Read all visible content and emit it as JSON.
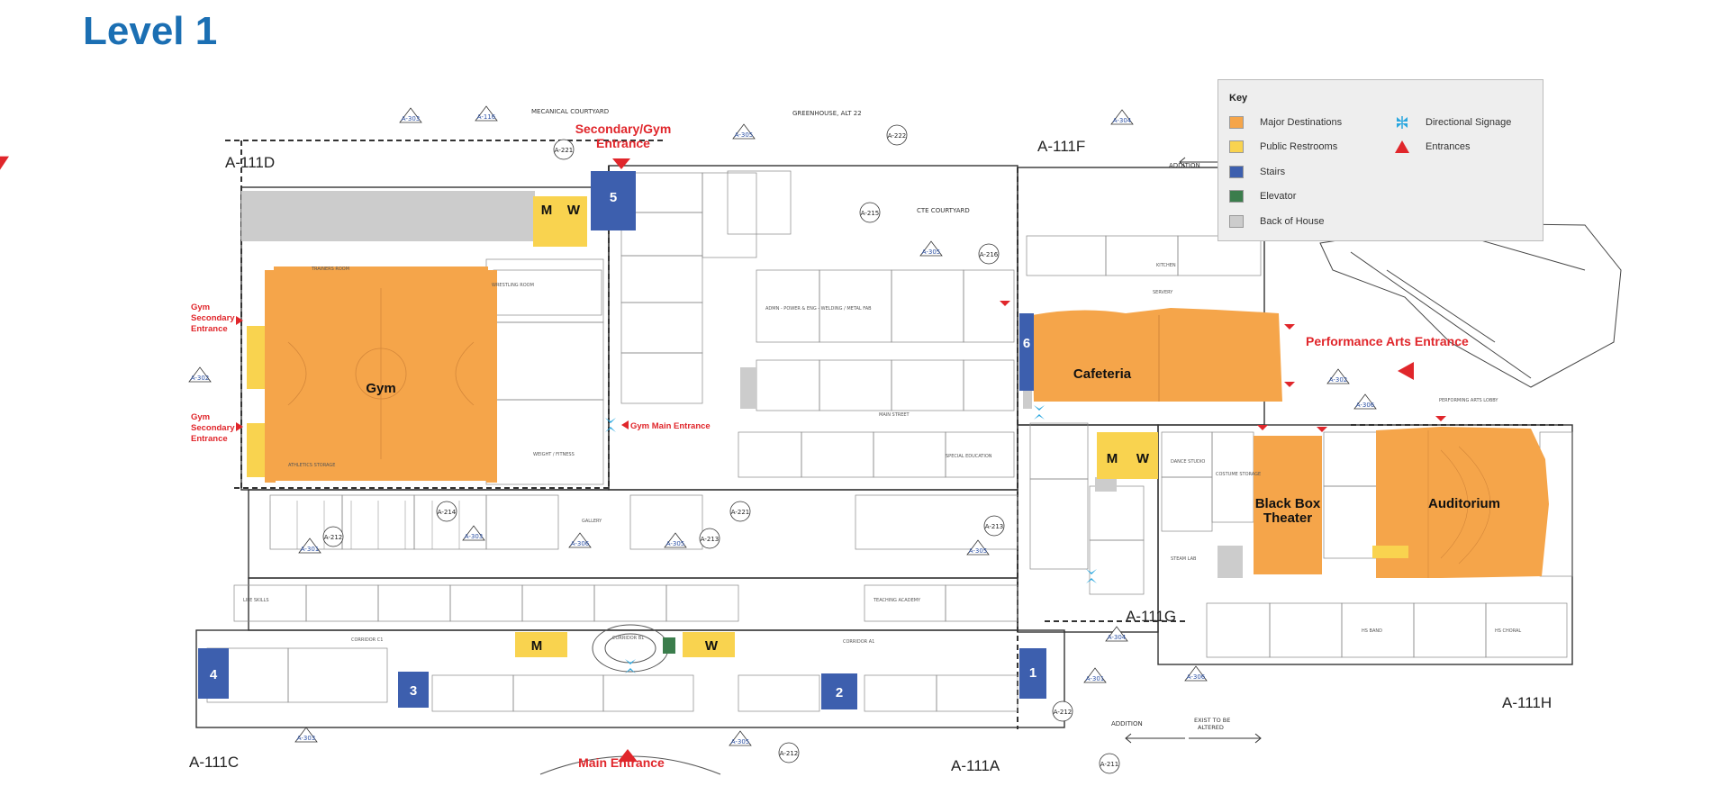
{
  "title": "Level 1",
  "colors": {
    "major": "#f5a54a",
    "restroom": "#f9d34f",
    "stairs": "#3d5fae",
    "elevator": "#3b7d4c",
    "back_of_house": "#cccccc",
    "entrance": "#e0262b",
    "signage": "#2aa7df"
  },
  "key": {
    "header": "Key",
    "major": "Major Destinations",
    "restrooms": "Public Restrooms",
    "stairs": "Stairs",
    "elevator": "Elevator",
    "boh": "Back of House",
    "signage": "Directional Signage",
    "entrances": "Entrances"
  },
  "destinations": {
    "gym": "Gym",
    "cafeteria": "Cafeteria",
    "black_box_1": "Black Box",
    "black_box_2": "Theater",
    "auditorium": "Auditorium"
  },
  "restrooms": {
    "m": "M",
    "w": "W"
  },
  "stairs": [
    "1",
    "2",
    "3",
    "4",
    "5",
    "6"
  ],
  "entrances": {
    "secondary_gym_1": "Secondary/Gym",
    "secondary_gym_2": "Entrance",
    "gym_secondary_top_1": "Gym",
    "gym_secondary_top_2": "Secondary",
    "gym_secondary_top_3": "Entrance",
    "gym_secondary_bottom_1": "Gym",
    "gym_secondary_bottom_2": "Secondary",
    "gym_secondary_bottom_3": "Entrance",
    "gym_main": "Gym Main Entrance",
    "performance_arts": "Performance Arts Entrance",
    "main": "Main Entrance"
  },
  "areas": {
    "a111d": "A-111D",
    "a111f": "A-111F",
    "a111g": "A-111G",
    "a111h": "A-111H",
    "a111c": "A-111C",
    "a111a": "A-111A"
  },
  "plan_labels": {
    "courtyard_mech": "MECANICAL COURTYARD",
    "greenhouse": "GREENHOUSE, ALT 22",
    "cte_courtyard": "CTE COURTYARD",
    "addition": "ADDITION",
    "addition_bottom": "ADDITION",
    "exist_1": "EXIST TO BE",
    "exist_2": "ALTERED",
    "corridor_b1": "CORRIDOR B1",
    "corridor_c1": "CORRIDOR C1",
    "corridor_a1": "CORRIDOR A1",
    "main_street": "MAIN STREET",
    "gallery": "GALLERY",
    "kitchen": "KITCHEN",
    "servery": "SERVERY",
    "weight_fitness": "WEIGHT / FITNESS",
    "wrestling": "WRESTLING ROOM",
    "trainers": "TRAINERS ROOM",
    "athletics_storage": "ATHLETICS STORAGE",
    "dance_studio": "DANCE STUDIO",
    "costume": "COSTUME STORAGE",
    "band": "HS BAND",
    "choral": "HS CHORAL",
    "teaching_academy": "TEACHING ACADEMY",
    "life_skills": "LIFE SKILLS",
    "special_ed": "SPECIAL EDUCATION",
    "steam_lab": "STEAM LAB",
    "fabrication": "ADMN - POWER & ENG - WELDING / METAL FAB",
    "performing_arts_lobby": "PERFORMING ARTS LOBBY"
  },
  "sheet_tags": {
    "t1": "A-303",
    "t2": "A-116",
    "t3": "A-221",
    "t4": "A-305",
    "t5": "A-222",
    "t6": "A-215",
    "t7": "A-305",
    "t8": "A-216",
    "t9": "A-304",
    "t10": "A-302",
    "t11": "A-214",
    "t12": "A-212",
    "t13": "A-303",
    "t14": "A-306",
    "t15": "A-305",
    "t16": "A-221",
    "t17": "A-213",
    "t18": "A-305",
    "t19": "A-213",
    "t20": "A-301",
    "t21": "A-302",
    "t22": "A-306",
    "t23": "A-304",
    "t24": "A-301",
    "t25": "A-306",
    "t26": "A-305",
    "t27": "A-212",
    "t28": "A-303",
    "t29": "A-211",
    "t30": "A-212"
  }
}
